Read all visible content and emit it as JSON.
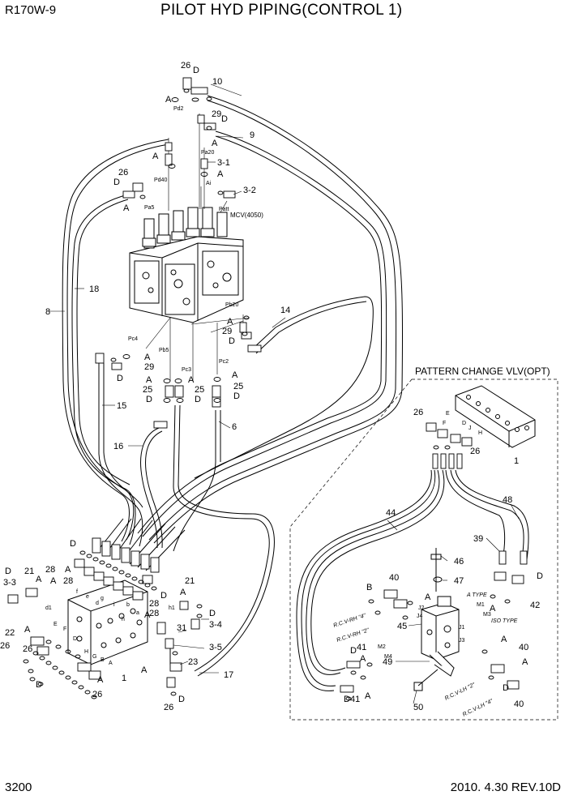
{
  "header": {
    "model": "R170W-9",
    "title": "PILOT HYD PIPING(CONTROL 1)"
  },
  "footer": {
    "page": "3200",
    "date_rev": "2010. 4.30  REV.10D"
  },
  "parts": {
    "p1": "1",
    "p3_1": "3-1",
    "p3_2": "3-2",
    "p3_3": "3-3",
    "p3_4": "3-4",
    "p3_5": "3-5",
    "p6": "6",
    "p8": "8",
    "p9": "9",
    "p10": "10",
    "p14": "14",
    "p15": "15",
    "p16": "16",
    "p17": "17",
    "p18": "18",
    "p21": "21",
    "p22": "22",
    "p23": "23",
    "p25": "25",
    "p26": "26",
    "p28": "28",
    "p29": "29",
    "p31": "31",
    "p39": "39",
    "p40": "40",
    "p41": "41",
    "p42": "42",
    "p44": "44",
    "p45": "45",
    "p46": "46",
    "p47": "47",
    "p48": "48",
    "p49": "49",
    "p50": "50"
  },
  "markers": {
    "a": "A",
    "d": "D",
    "b": "B"
  },
  "ports": {
    "pd2": "Pd2",
    "pa20": "Pa20",
    "pd40": "Pd40",
    "pa5": "Pa5",
    "ai": "Ai",
    "patt": "Patt",
    "mcv": "MCV(4050)",
    "pb20": "Pb20",
    "pc4": "Pc4",
    "pb5": "Pb5",
    "pc3": "Pc3",
    "pc2": "Pc2",
    "d1": "d1",
    "h1": "h1",
    "e_up": "E",
    "f_up": "F",
    "g_up": "G",
    "h_up": "H",
    "b_up": "B",
    "a_up": "A",
    "d_up": "D",
    "e_lo": "e",
    "f_lo": "f",
    "g_lo": "g",
    "h_lo": "h",
    "b_lo": "b",
    "d_lo": "d",
    "a_lo": "a",
    "i_lo": "i",
    "pe": "E",
    "pf": "F",
    "pd": "D",
    "pj": "J",
    "ph": "H",
    "j2": "J2",
    "j4": "J4",
    "j1": "J1",
    "j3": "J3",
    "m1": "M1",
    "m2": "M2",
    "m3": "M3",
    "m4": "M4"
  },
  "pattern": {
    "title": "PATTERN CHANGE VLV(OPT)",
    "a_type": "A TYPE",
    "iso_type": "ISO TYPE",
    "rcv_rh4": "R.C.V-RH \"4\"",
    "rcv_rh2": "R.C.V-RH \"2\"",
    "rcv_lh2": "R.C.V-LH \"2\"",
    "rcv_lh4": "R.C.V-LH \"4\""
  }
}
